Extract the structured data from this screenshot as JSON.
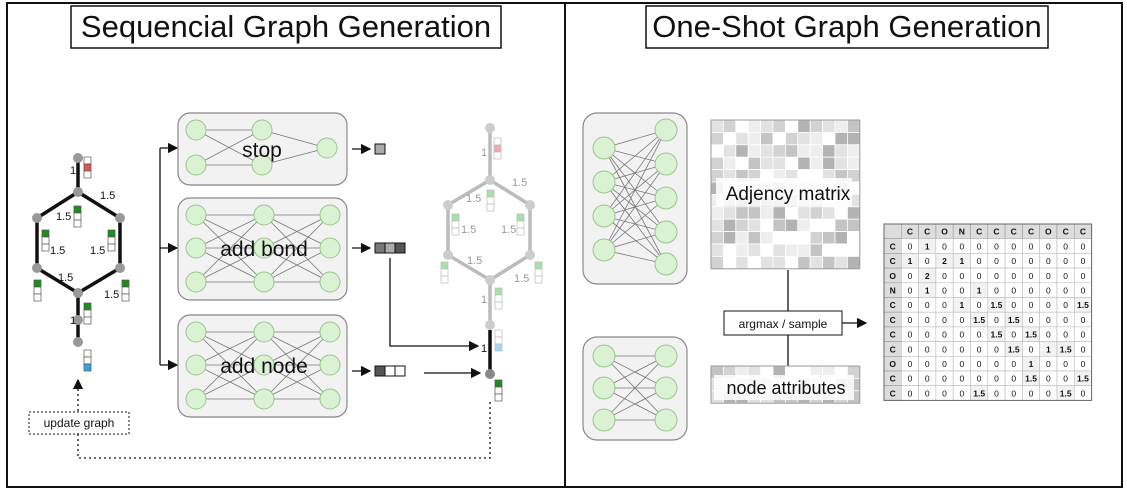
{
  "panels": {
    "left_title": "Sequencial Graph Generation",
    "right_title": "One-Shot Graph Generation"
  },
  "networks": {
    "stop": "stop",
    "add_bond": "add bond",
    "add_node": "add node"
  },
  "labels": {
    "update_graph": "update graph",
    "adjacency_matrix": "Adjency matrix",
    "argmax_sample": "argmax / sample",
    "node_attributes": "node attributes"
  },
  "bond_labels": {
    "single": "1",
    "aromatic": "1.5"
  },
  "colors": {
    "node_green": "#d9f2d2",
    "node_stroke": "#9cc48f",
    "bond_black": "#111111",
    "oxygen_red": "#e05555",
    "nitrogen_blue": "#3aa0e6",
    "green_feature": "#1e8c1e"
  },
  "result_matrix": {
    "header": [
      "C",
      "C",
      "O",
      "N",
      "C",
      "C",
      "C",
      "C",
      "O",
      "C",
      "C"
    ],
    "row_labels": [
      "C",
      "C",
      "O",
      "N",
      "C",
      "C",
      "C",
      "C",
      "O",
      "C",
      "C"
    ],
    "rows": [
      [
        "0",
        "1",
        "0",
        "0",
        "0",
        "0",
        "0",
        "0",
        "0",
        "0",
        "0"
      ],
      [
        "1",
        "0",
        "2",
        "1",
        "0",
        "0",
        "0",
        "0",
        "0",
        "0",
        "0"
      ],
      [
        "0",
        "2",
        "0",
        "0",
        "0",
        "0",
        "0",
        "0",
        "0",
        "0",
        "0"
      ],
      [
        "0",
        "1",
        "0",
        "0",
        "1",
        "0",
        "0",
        "0",
        "0",
        "0",
        "0"
      ],
      [
        "0",
        "0",
        "0",
        "1",
        "0",
        "1.5",
        "0",
        "0",
        "0",
        "0",
        "1.5"
      ],
      [
        "0",
        "0",
        "0",
        "0",
        "1.5",
        "0",
        "1.5",
        "0",
        "0",
        "0",
        "0"
      ],
      [
        "0",
        "0",
        "0",
        "0",
        "0",
        "1.5",
        "0",
        "1.5",
        "0",
        "0",
        "0"
      ],
      [
        "0",
        "0",
        "0",
        "0",
        "0",
        "0",
        "1.5",
        "0",
        "1",
        "1.5",
        "0"
      ],
      [
        "0",
        "0",
        "0",
        "0",
        "0",
        "0",
        "0",
        "1",
        "0",
        "0",
        "0"
      ],
      [
        "0",
        "0",
        "0",
        "0",
        "0",
        "0",
        "0",
        "1.5",
        "0",
        "0",
        "1.5"
      ],
      [
        "0",
        "0",
        "0",
        "0",
        "1.5",
        "0",
        "0",
        "0",
        "0",
        "1.5",
        "0"
      ]
    ]
  }
}
